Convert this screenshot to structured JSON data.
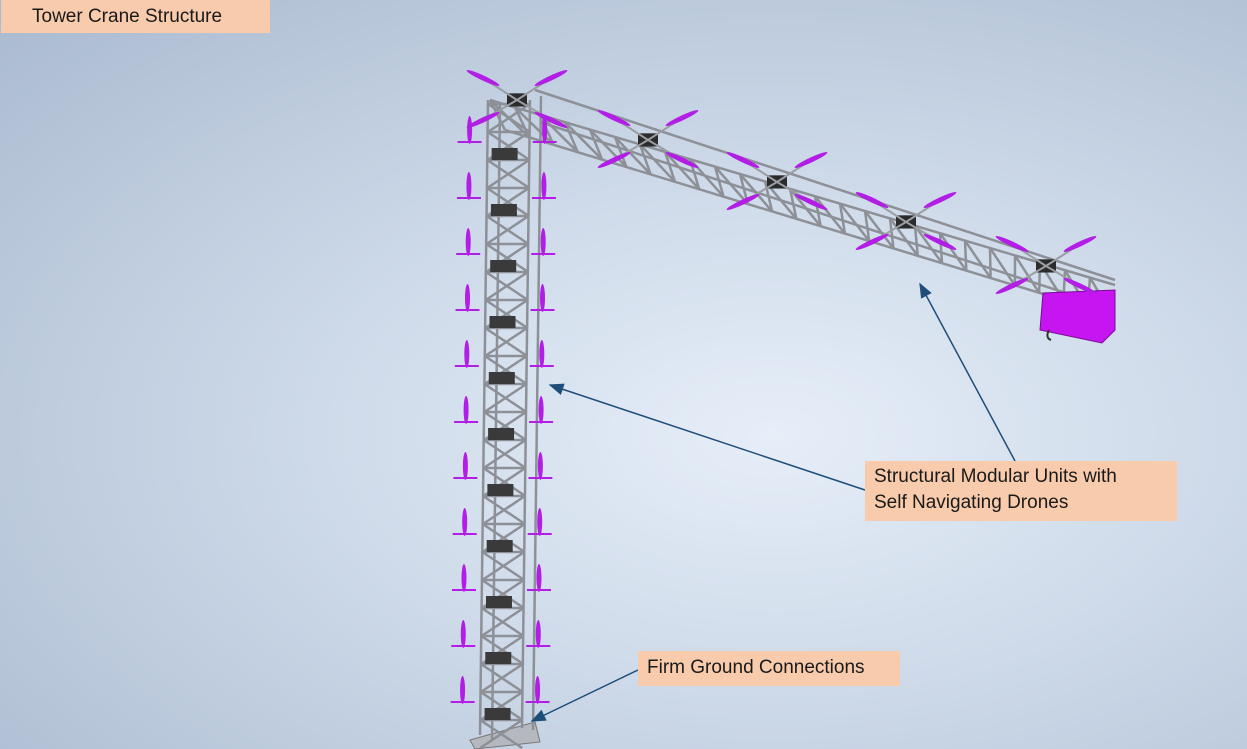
{
  "title": "Tower Crane Structure",
  "labels": {
    "modular_units": "Structural Modular Units with\nSelf Navigating Drones",
    "ground": "Firm Ground Connections"
  },
  "colors": {
    "callout_fill": "#f8cbad",
    "drone_propeller": "#b21ee6",
    "truss_metal": "#c7c9cc",
    "leader_line": "#1f4e79"
  }
}
